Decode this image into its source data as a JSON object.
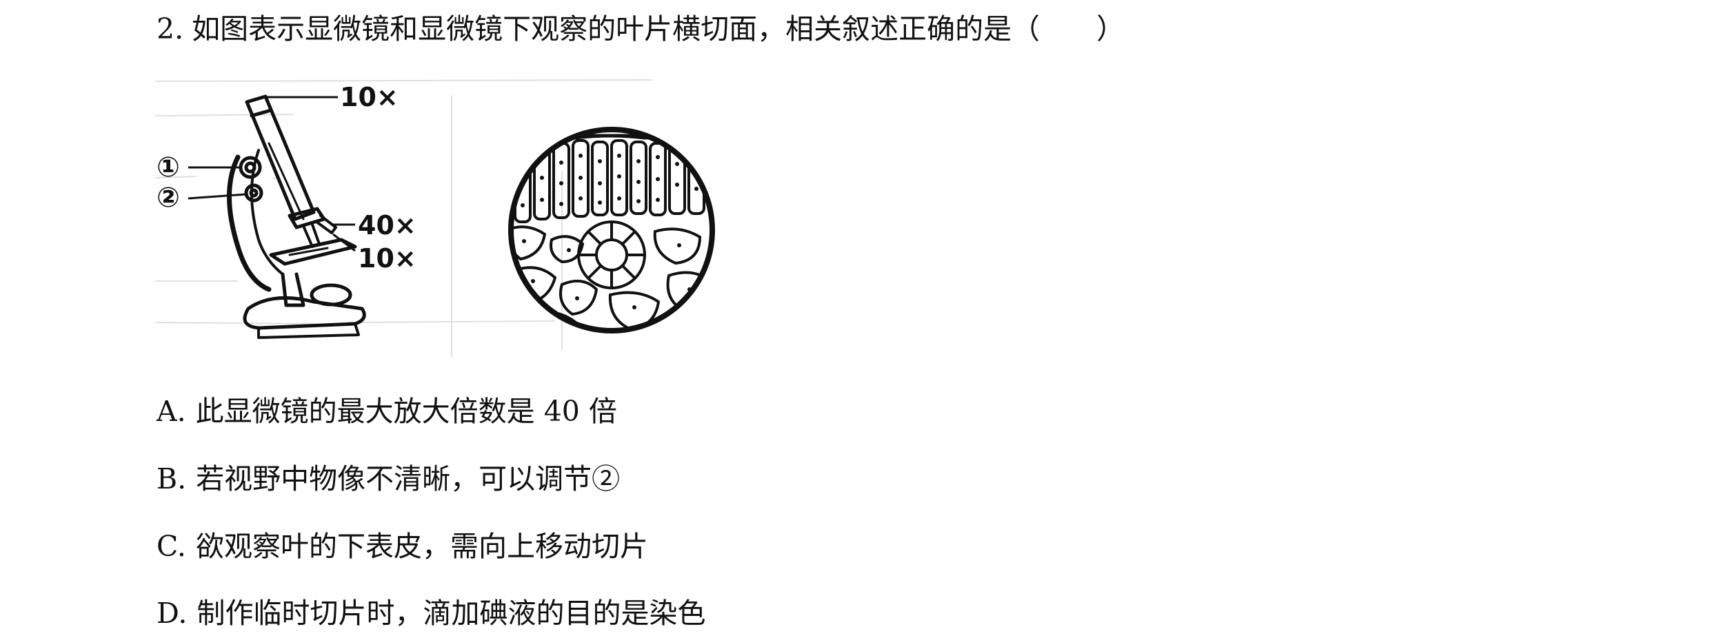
{
  "question": {
    "number": "2.",
    "stem": "如图表示显微镜和显微镜下观察的叶片横切面，相关叙述正确的是（　　）"
  },
  "figure": {
    "labels": {
      "eyepiece": "10×",
      "objective_high": "40×",
      "objective_low": "10×",
      "knob_1": "①",
      "knob_2": "②"
    }
  },
  "options": [
    {
      "letter": "A.",
      "text": "此显微镜的最大放大倍数是 40 倍"
    },
    {
      "letter": "B.",
      "text": "若视野中物像不清晰，可以调节②"
    },
    {
      "letter": "C.",
      "text": "欲观察叶的下表皮，需向上移动切片"
    },
    {
      "letter": "D.",
      "text": "制作临时切片时，滴加碘液的目的是染色"
    }
  ]
}
